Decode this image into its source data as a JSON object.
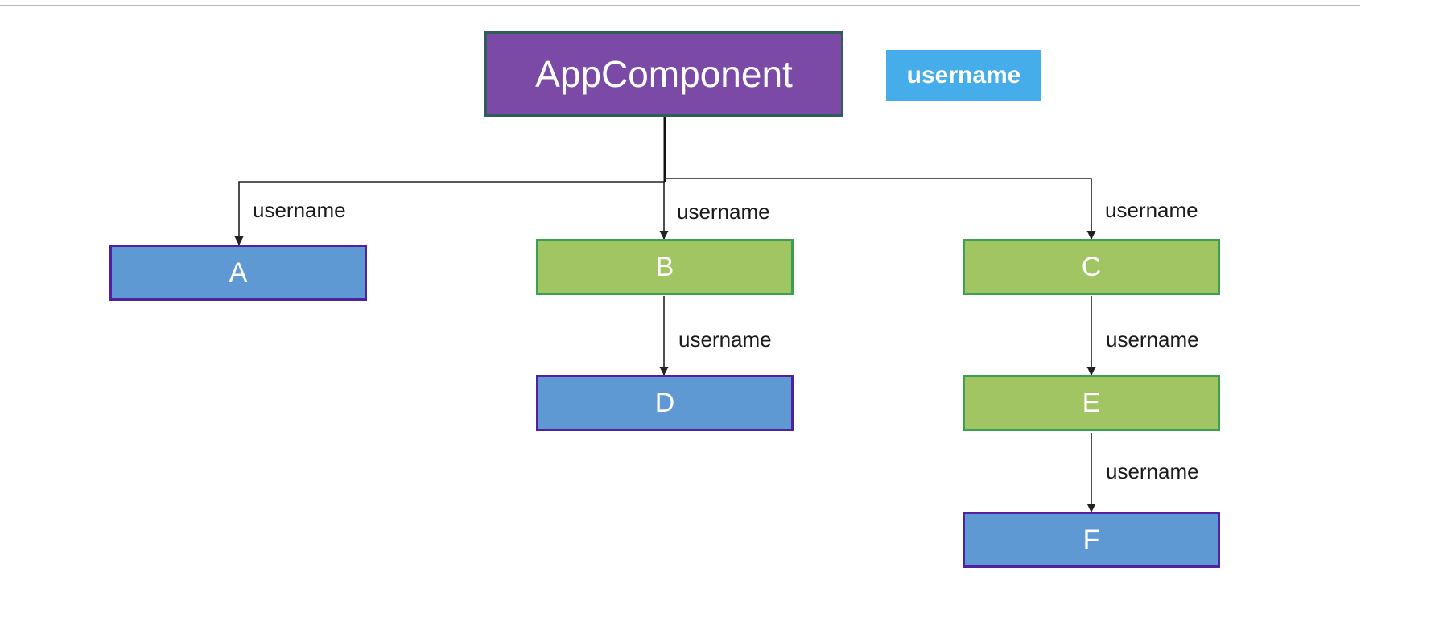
{
  "root": {
    "label": "AppComponent"
  },
  "state_badge": {
    "label": "username"
  },
  "nodes": {
    "A": {
      "label": "A"
    },
    "B": {
      "label": "B"
    },
    "C": {
      "label": "C"
    },
    "D": {
      "label": "D"
    },
    "E": {
      "label": "E"
    },
    "F": {
      "label": "F"
    }
  },
  "edges": {
    "root_to_A": "username",
    "root_to_B": "username",
    "root_to_C": "username",
    "B_to_D": "username",
    "C_to_E": "username",
    "E_to_F": "username"
  },
  "colors": {
    "root_fill": "#7a4aa6",
    "root_border": "#2e5e57",
    "badge_fill": "#45aeea",
    "blue_node_fill": "#5f99d4",
    "blue_node_border": "#5022a0",
    "green_node_fill": "#a2c564",
    "green_node_border": "#3aa052",
    "wire": "#222222",
    "separator": "#bbbbbb"
  }
}
